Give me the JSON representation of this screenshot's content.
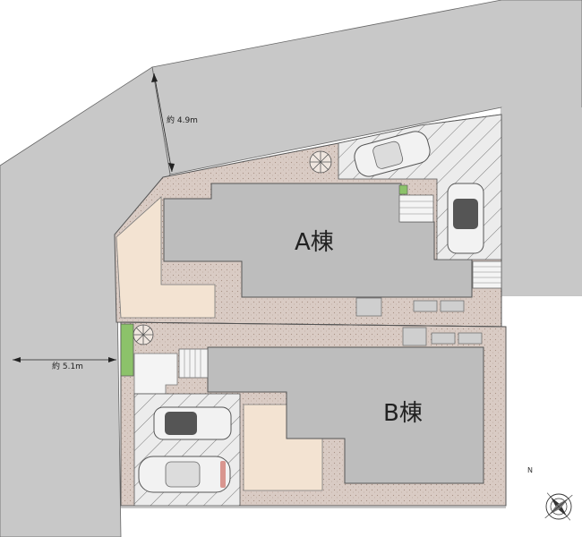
{
  "labels": {
    "building_a": "A棟",
    "building_b": "B棟",
    "road_upper_width": "約 4.9m",
    "road_left_width": "約 5.1m",
    "north": "N"
  },
  "colors": {
    "road": "#c8c8c8",
    "gravel": "#d9cbc4",
    "building": "#bdbdbd",
    "lawn": "#f3e3d2",
    "planter": "#8cc26a",
    "parking": "#ececec",
    "line": "#555555"
  },
  "icons": [
    "tree-icon",
    "car-icon",
    "compass-icon",
    "stairs-icon"
  ]
}
